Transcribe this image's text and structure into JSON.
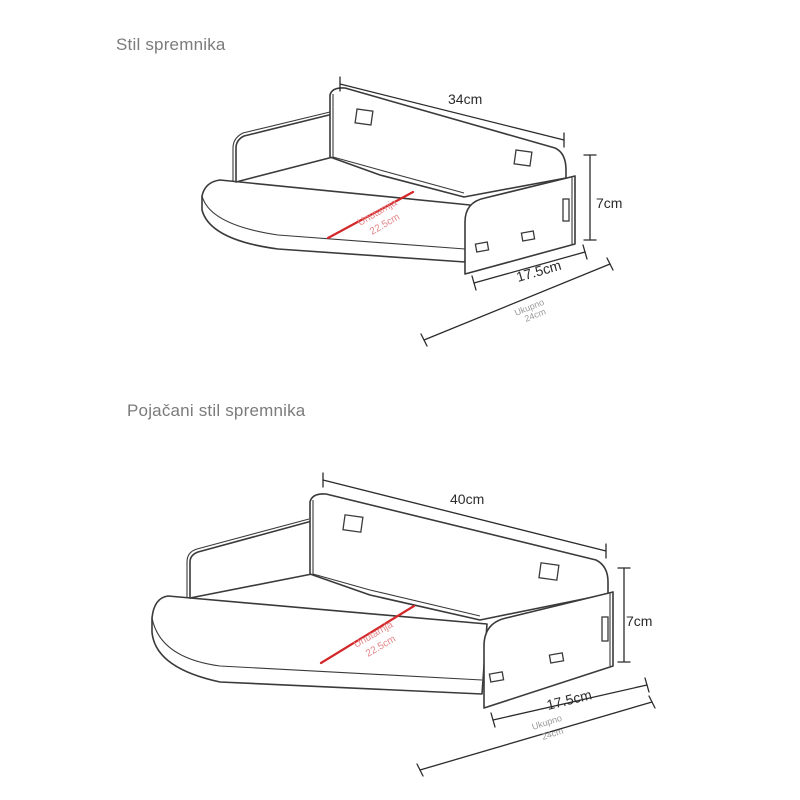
{
  "sections": [
    {
      "title": "Stil spremnika",
      "width_label": "34cm",
      "height_label": "7cm",
      "depth_label": "17.5cm",
      "inner_label": "Unutarnja",
      "inner_value": "22.5cm",
      "total_label": "Ukupno",
      "total_value": "24cm"
    },
    {
      "title": "Pojačani stil spremnika",
      "width_label": "40cm",
      "height_label": "7cm",
      "depth_label": "17.5cm",
      "inner_label": "Unutarnja",
      "inner_value": "22.5cm",
      "total_label": "Ukupno",
      "total_value": "24cm"
    }
  ]
}
